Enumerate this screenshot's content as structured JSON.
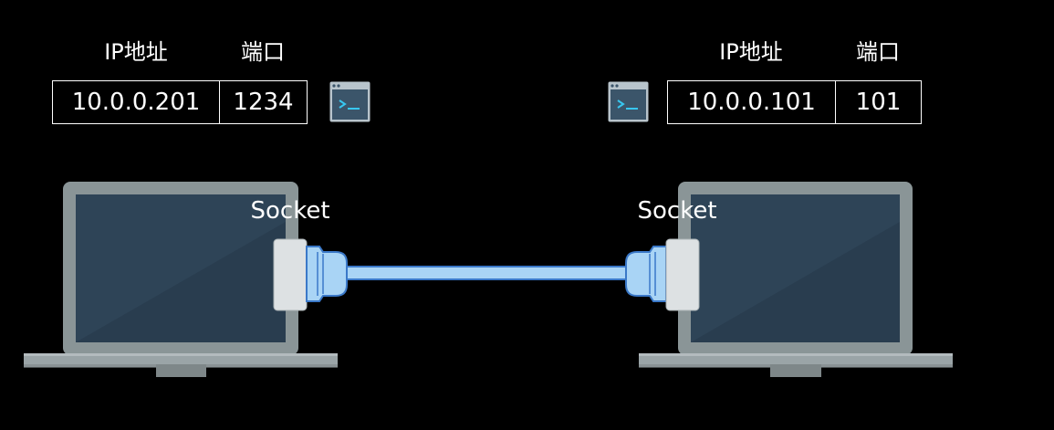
{
  "left_endpoint": {
    "ip_header": "IP地址",
    "port_header": "端口",
    "ip_value": "10.0.0.201",
    "port_value": "1234",
    "terminal_icon": "terminal-icon",
    "socket_label": "Socket"
  },
  "right_endpoint": {
    "ip_header": "IP地址",
    "port_header": "端口",
    "ip_value": "10.0.0.101",
    "port_value": "101",
    "terminal_icon": "terminal-icon",
    "socket_label": "Socket"
  },
  "colors": {
    "background": "#000000",
    "laptop_frame": "#8a9597",
    "laptop_screen": "#2e4457",
    "laptop_base": "#9aa4a7",
    "cable": "#a9d4f5",
    "cable_outline": "#3a78c8",
    "plug_body": "#dde1e3",
    "terminal_frame": "#b8c4cc",
    "terminal_screen": "#3b556a",
    "terminal_prompt": "#38c7f0"
  }
}
